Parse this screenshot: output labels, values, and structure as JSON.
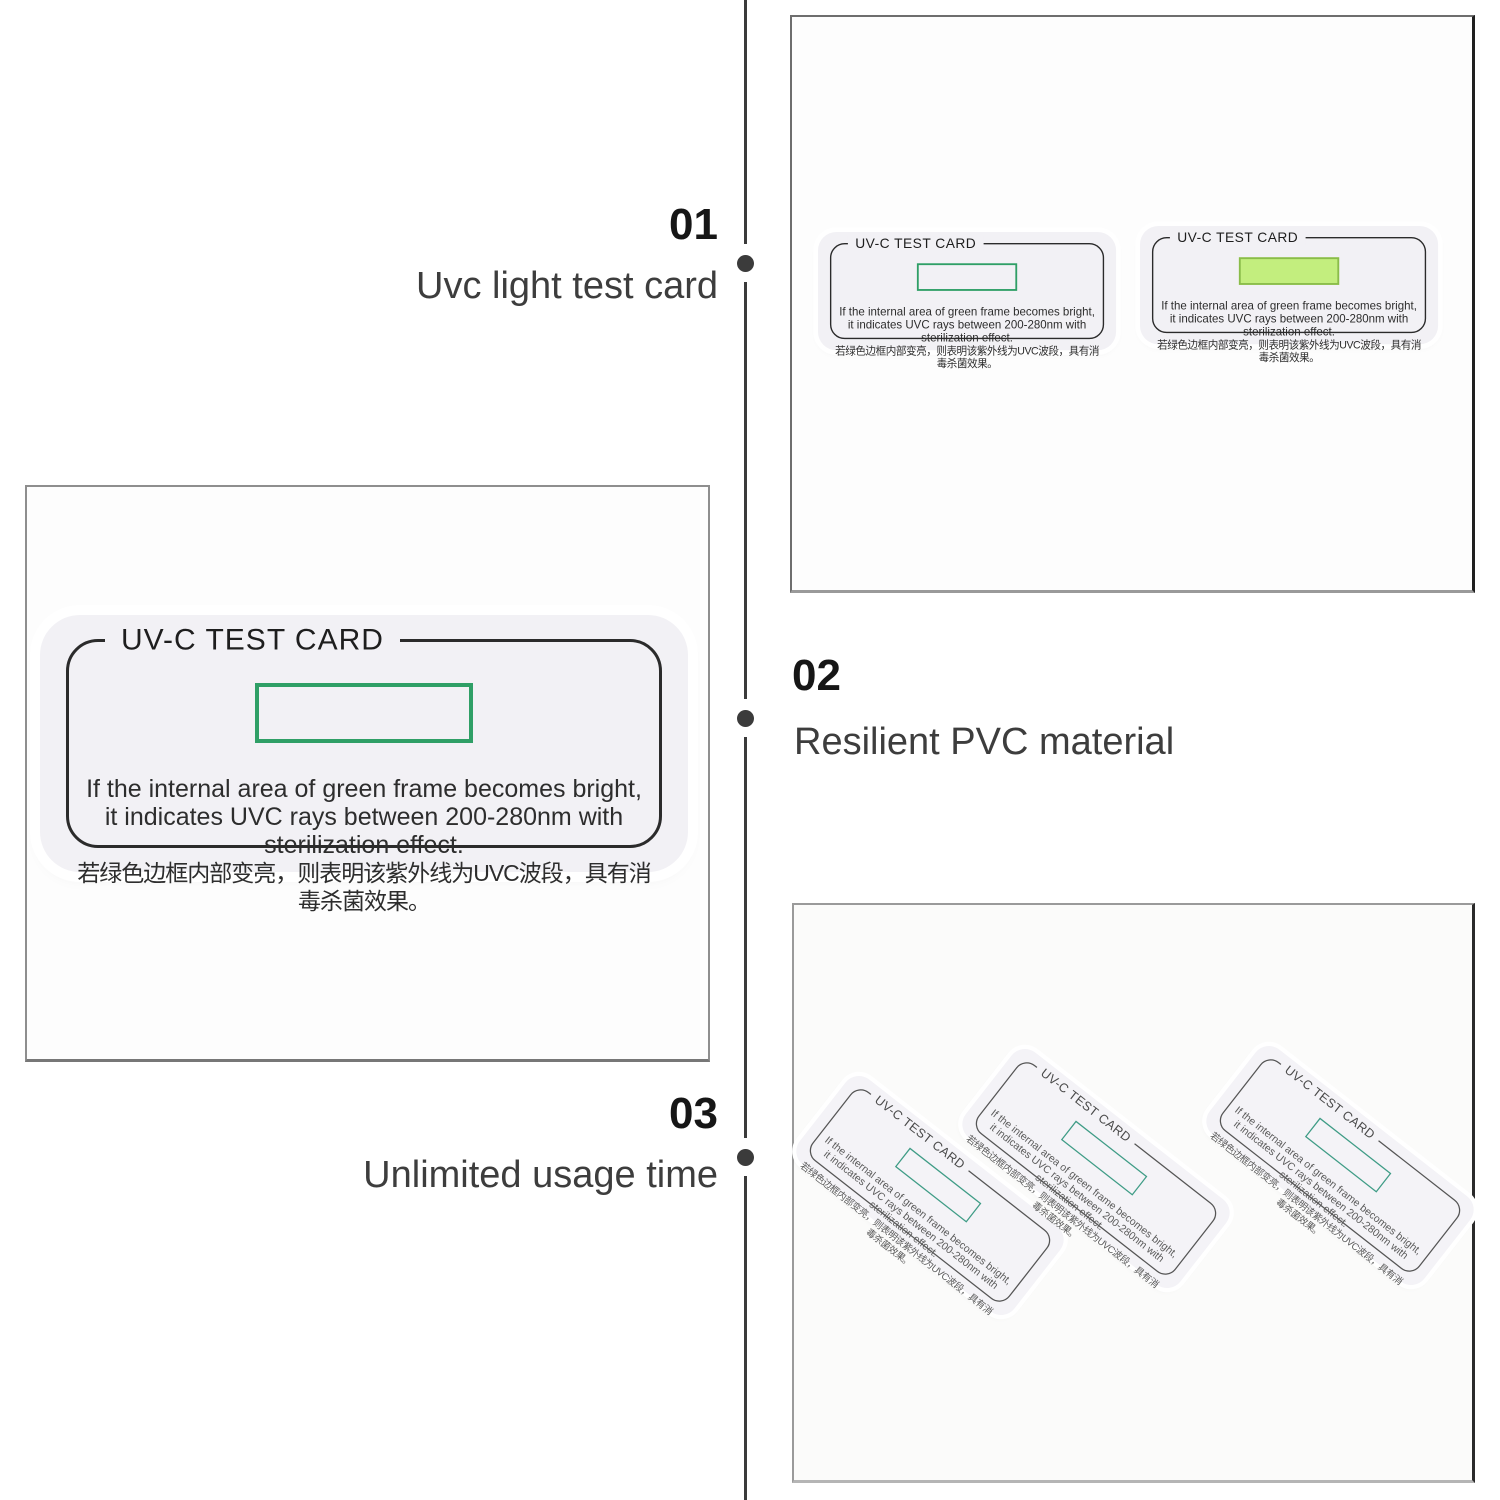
{
  "features": [
    {
      "number": "01",
      "label": "Uvc light test card"
    },
    {
      "number": "02",
      "label": "Resilient PVC material"
    },
    {
      "number": "03",
      "label": "Unlimited usage time"
    }
  ],
  "card": {
    "title": "UV-C TEST CARD",
    "line1": "If the internal area of green frame becomes bright,",
    "line2": "it indicates UVC rays between 200-280nm with sterilization effect.",
    "line3": "若绿色边框内部变亮，则表明该紫外线为UVC波段，具有消毒杀菌效果。"
  },
  "colors": {
    "green_frame": "#2f9f66",
    "activated_fill": "#c3ee7e",
    "activated_border": "#8abc4a",
    "tilted_frame_teal": "#3f9c86",
    "divider": "#3b3b3b",
    "card_background": "#f2f1f5"
  }
}
